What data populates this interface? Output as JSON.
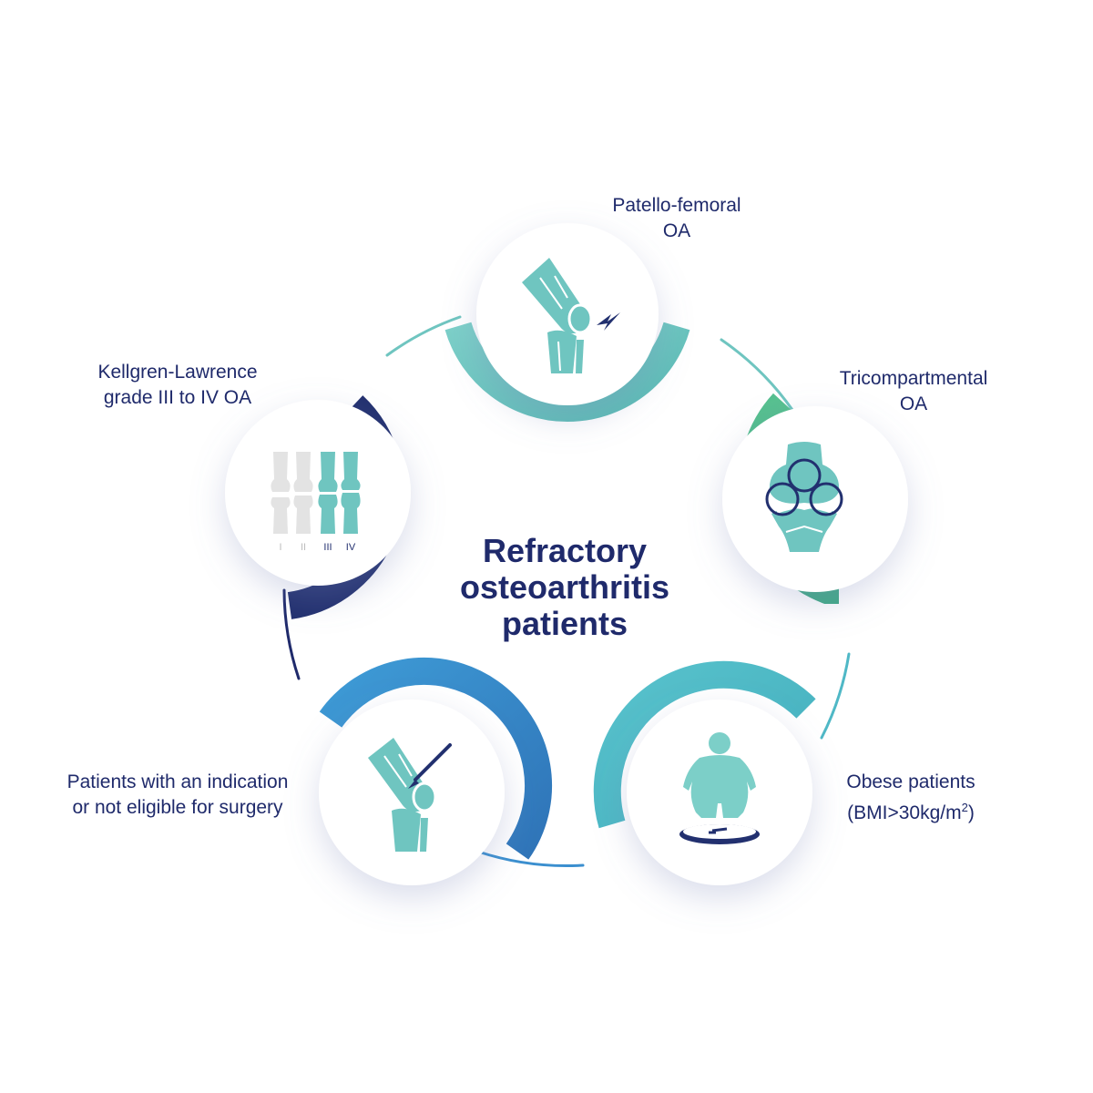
{
  "center_title": [
    "Refractory",
    "osteoarthritis",
    "patients"
  ],
  "nodes": {
    "patellofemoral": {
      "lines": [
        "Patello-femoral",
        "OA"
      ],
      "icon": "knee-pain-icon",
      "color": "#6fc5c0"
    },
    "tricompartmental": {
      "lines": [
        "Tricompartmental",
        "OA"
      ],
      "icon": "tricompartmental-knee-icon",
      "color": "#4bb68c"
    },
    "obese": {
      "lines": [
        "Obese patients",
        "(BMI>30kg/m",
        "2",
        ")"
      ],
      "icon": "obese-person-scale-icon",
      "color": "#4fb8c6"
    },
    "surgery": {
      "lines": [
        "Patients with an indication",
        "or not eligible for surgery"
      ],
      "icon": "knee-scalpel-icon",
      "color": "#3b8fcf"
    },
    "kellgren": {
      "lines": [
        "Kellgren-Lawrence",
        "grade III to IV OA"
      ],
      "icon": "knee-grades-icon",
      "color": "#22306f",
      "grades": [
        "I",
        "II",
        "III",
        "IV"
      ]
    }
  },
  "colors": {
    "navy": "#1f2a6b",
    "teal": "#6fc5c0",
    "green": "#4bb68c",
    "cyan": "#4fb8c6",
    "blue": "#3b8fcf",
    "grey": "#d9d9d9"
  }
}
